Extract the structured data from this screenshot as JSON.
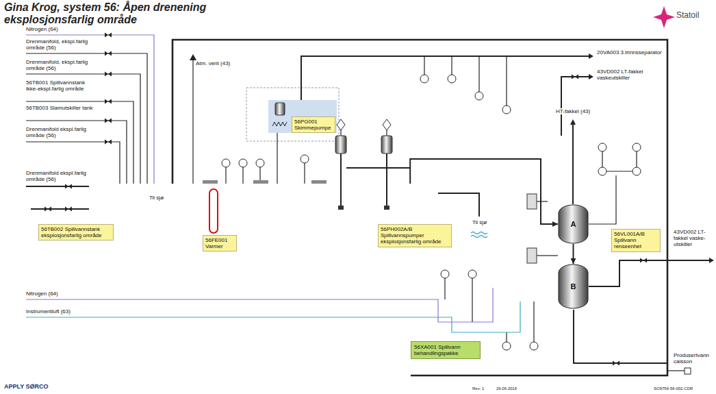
{
  "diagram": {
    "title": "Gina Krog, system 56: Åpen drenening eksplosjonsfarlig område",
    "nodes": [
      {
        "text": [
          "Til sjø"
        ]
      },
      {
        "text": [
          "56TB002 Spillvannstank eksplosjonsfarlig område"
        ]
      },
      {
        "text": [
          "56PG001 Skimmepumpe"
        ]
      },
      {
        "text": [
          "56FE001 Varmer"
        ]
      },
      {
        "text": [
          "56PH002A/B Spillvannspumper eksplosjonsfarlig område"
        ]
      },
      {
        "text": [
          "56XA001 Spillvann behandlingspakke"
        ]
      },
      {
        "text": [
          "A"
        ],
        "in": 5
      },
      {
        "text": [
          "B"
        ],
        "in": 5
      },
      {
        "text": [
          "56VL001A/B Spillvann renseenhet"
        ],
        "in": 5
      }
    ],
    "edges": [
      {
        "from": 0,
        "to": 6,
        "arrow": "to"
      },
      {
        "from": 6,
        "to": 7,
        "arrow": "to"
      }
    ],
    "labels": [
      "Nitrogen (64)",
      "Drenmanifold, ekspl.farlig område (56)",
      "Drenmanifold, ekspl.farlig område (56)",
      "56TB001 Spillvannstank ikke-ekspl.farlig område",
      "56TB003 Slamutskiller tank",
      "Drenmanifold ekspl.farlig område (56)",
      "Drenmanifold ekspl.farlig område (56)",
      "Atm. vent (43)",
      "20VA003 3.trinnsseparator",
      "43VD002 LT-fakkel vaskeutskiller",
      "HT-fakkel (43)",
      "Til sjø",
      "43VD002 LT-fakkel vaske-utskiller",
      "Nitrogen (64)",
      "Instrumentluft (63)",
      "Produsertvann caisson",
      "Statoil",
      "APPLY SØRCO",
      "Rev: 1",
      "29.06.2016",
      "SO9756-56-002.CDR"
    ]
  }
}
